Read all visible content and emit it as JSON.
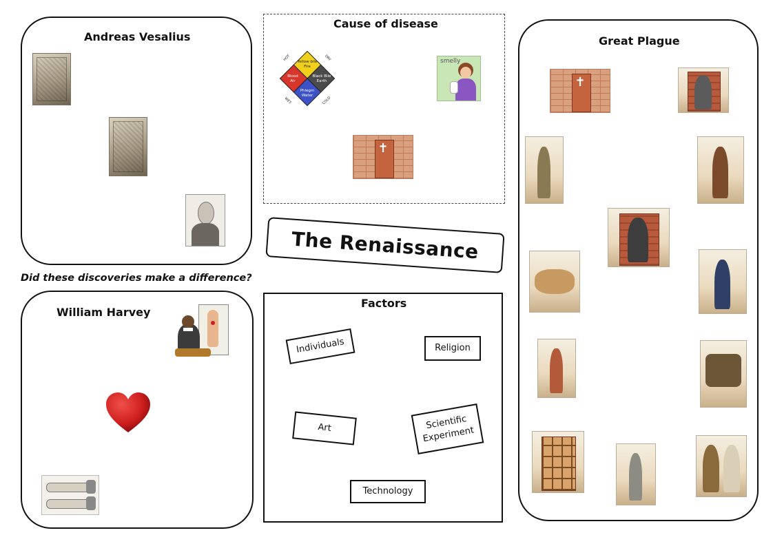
{
  "title": "The Renaissance",
  "question": "Did these discoveries make a difference?",
  "panels": {
    "vesalius": {
      "title": "Andreas Vesalius"
    },
    "cause": {
      "title": "Cause of disease"
    },
    "harvey": {
      "title": "William Harvey"
    },
    "factors": {
      "title": "Factors"
    },
    "plague": {
      "title": "Great Plague"
    }
  },
  "humours": {
    "corners": [
      "HOT",
      "DRY",
      "COLD",
      "WET"
    ],
    "quadrants": [
      {
        "label": "Yellow bile\nFire",
        "color": "#f2d11c"
      },
      {
        "label": "Black Bile\nEarth",
        "color": "#4b4b4b"
      },
      {
        "label": "Phlegm\nWater",
        "color": "#3b52c9"
      },
      {
        "label": "Blood\nAir",
        "color": "#d8352b"
      }
    ]
  },
  "smelly_label": "smelly",
  "factors": {
    "individuals": "Individuals",
    "religion": "Religion",
    "art": "Art",
    "scientific_experiment": "Scientific Experiment",
    "technology": "Technology"
  },
  "colors": {
    "heart": "#cc1d1d",
    "outline": "#111111"
  },
  "icons": {
    "humours": "four-humours-diagram",
    "heart": "heart-icon"
  }
}
